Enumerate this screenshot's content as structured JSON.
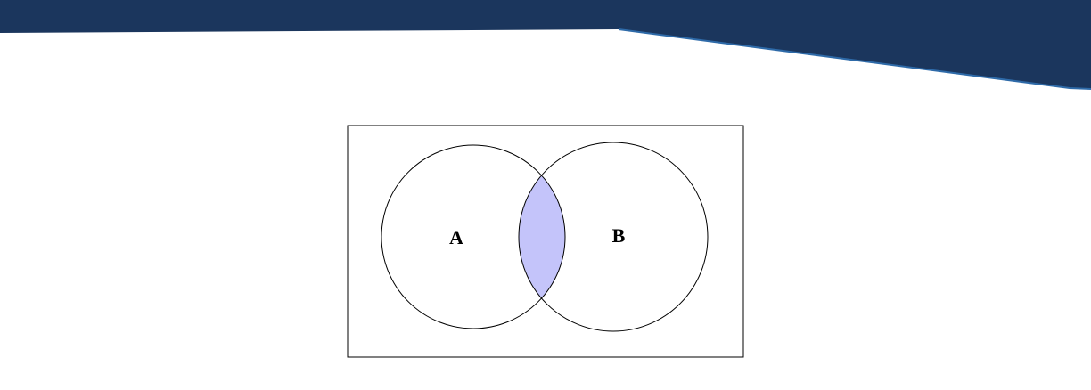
{
  "diagram": {
    "type": "venn",
    "sets": [
      {
        "id": "A",
        "label": "A"
      },
      {
        "id": "B",
        "label": "B"
      }
    ],
    "highlighted_region": "A ∩ B"
  },
  "colors": {
    "banner": "#1b365d",
    "banner_edge": "#2e6aa8",
    "outline": "#000000",
    "intersection_fill": "#c4c4fa",
    "background": "#ffffff"
  }
}
